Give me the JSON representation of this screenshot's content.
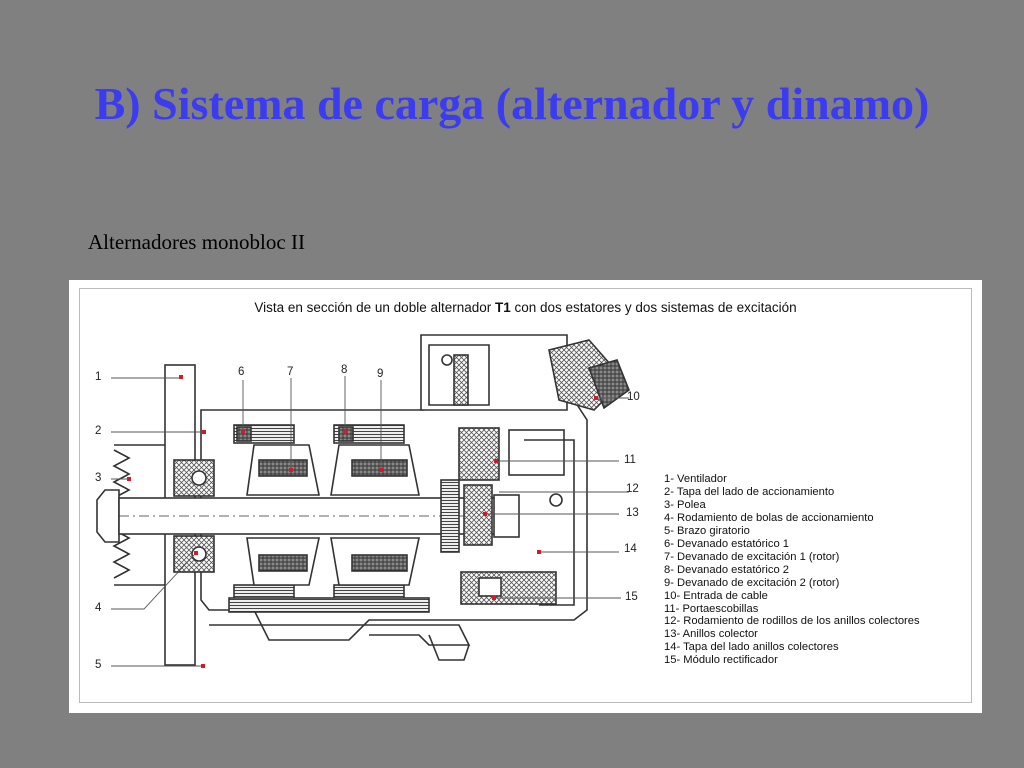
{
  "slide": {
    "title": "B) Sistema de carga (alternador y dinamo)",
    "subtitle": "Alternadores monobloc II"
  },
  "figure": {
    "caption_before": "Vista en sección de un doble alternador ",
    "caption_bold": "T1",
    "caption_after": " con dos estatores y dos sistemas de excitación",
    "callouts": [
      "1",
      "2",
      "3",
      "4",
      "5",
      "6",
      "7",
      "8",
      "9",
      "10",
      "11",
      "12",
      "13",
      "14",
      "15"
    ],
    "legend": [
      "1- Ventilador",
      "2- Tapa del lado de accionamiento",
      "3- Polea",
      "4- Rodamiento de bolas de accionamiento",
      "5- Brazo giratorio",
      "6- Devanado estatórico 1",
      "7- Devanado de excitación 1 (rotor)",
      "8- Devanado estatórico 2",
      "9- Devanado de excitación 2 (rotor)",
      "10- Entrada de cable",
      "11- Portaescobillas",
      "12- Rodamiento de rodillos de los anillos colectores",
      "13- Anillos colector",
      "14- Tapa del lado anillos colectores",
      "15- Módulo rectificador"
    ]
  },
  "colors": {
    "title": "#3b3bf0",
    "background": "#808080",
    "marker": "#d11a2a"
  }
}
